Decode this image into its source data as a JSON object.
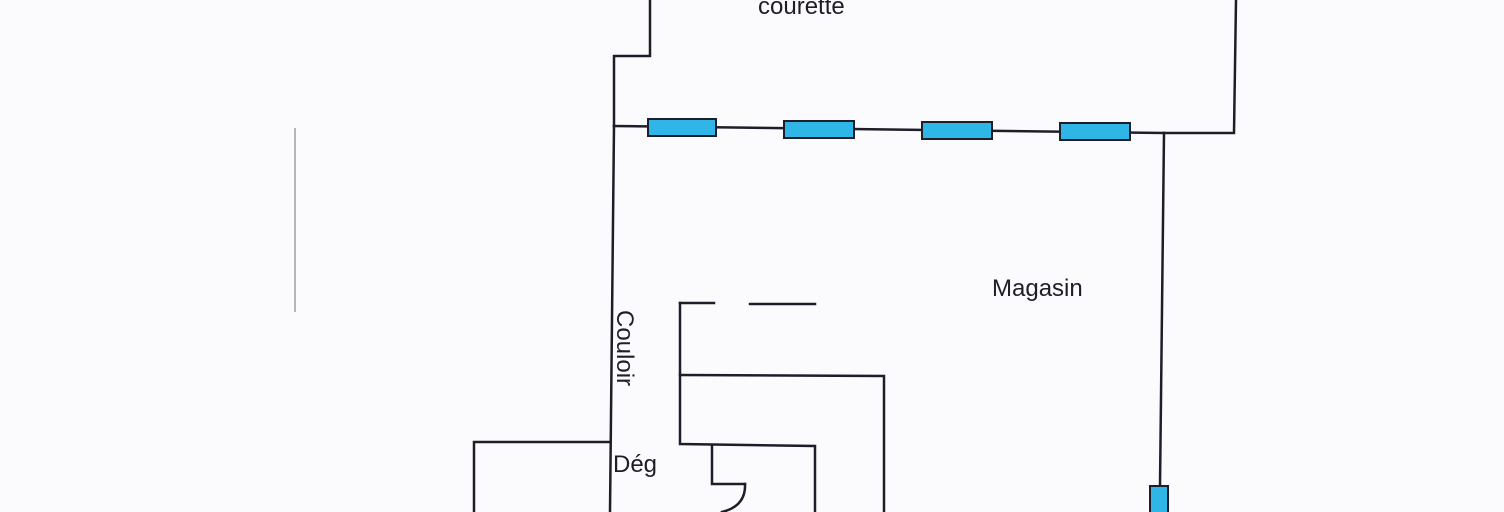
{
  "plan": {
    "rooms": {
      "courette": "courette",
      "magasin": "Magasin",
      "couloir": "Couloir",
      "deg": "Dég"
    },
    "colors": {
      "wall": "#1e1e2a",
      "window_fill": "#2fb6e6",
      "background": "#fbfbfd",
      "pencil_mark": "#8a8a90"
    },
    "window_count": 5
  }
}
